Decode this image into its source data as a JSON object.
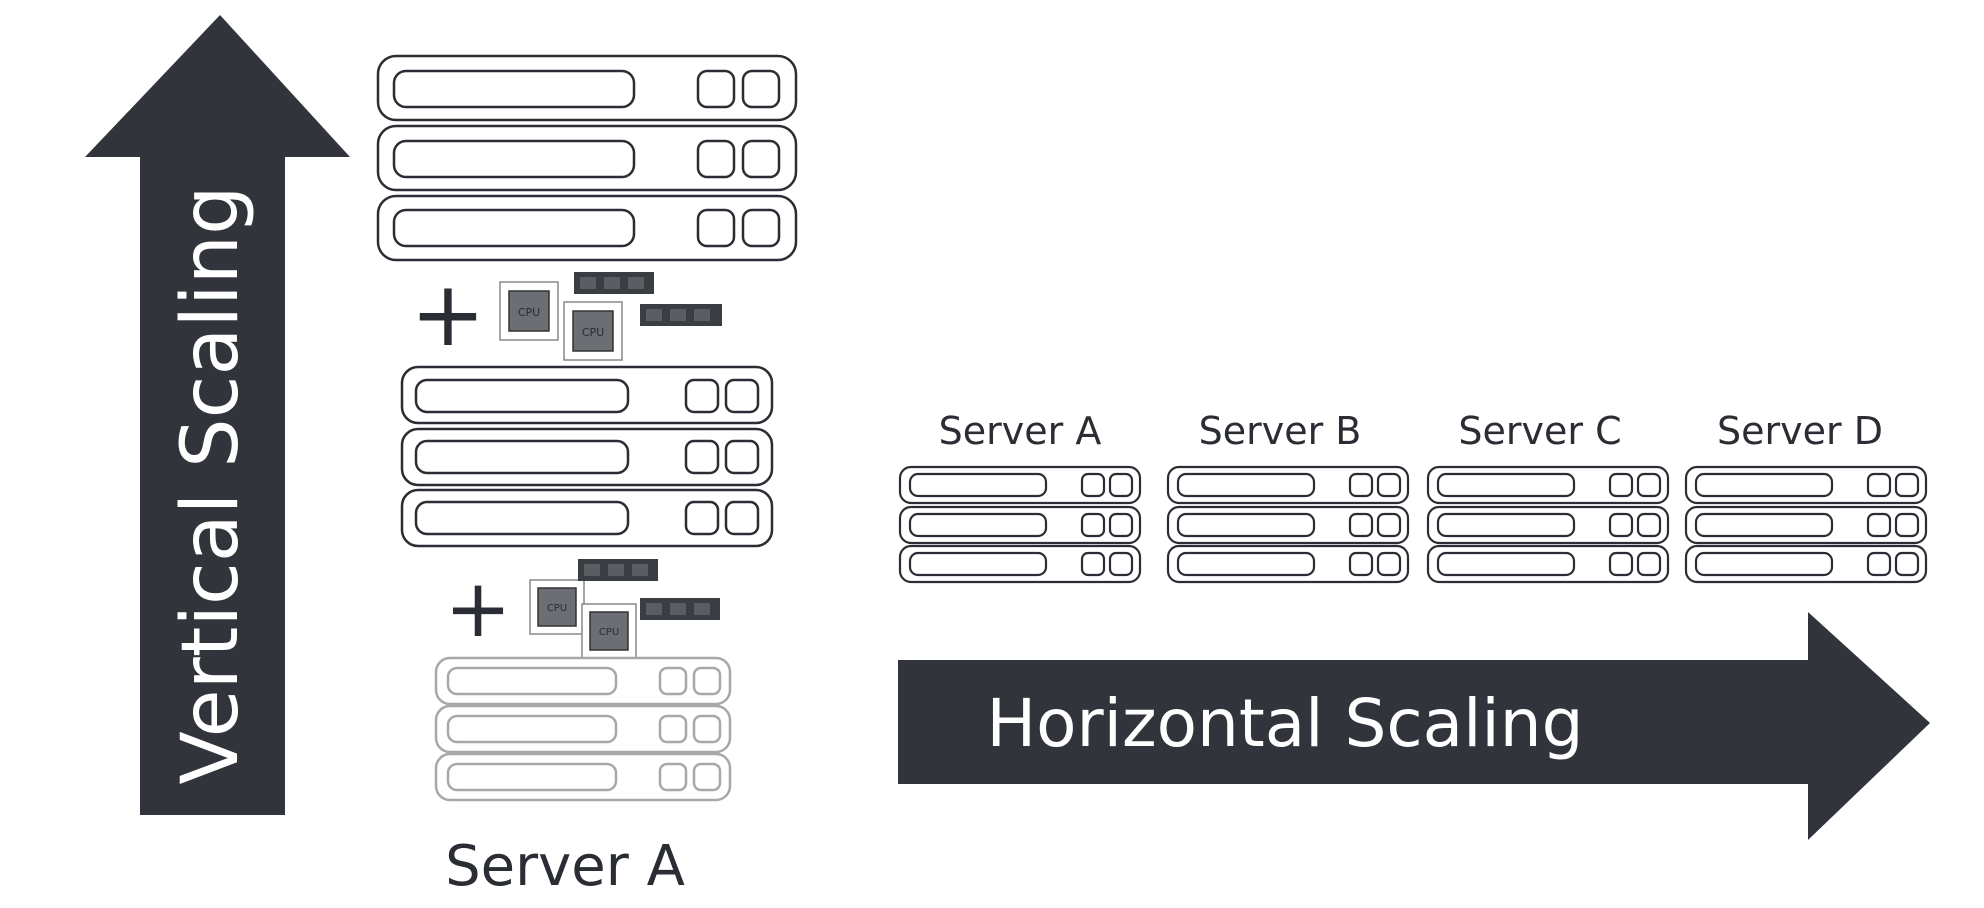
{
  "vertical_arrow": {
    "label": "Vertical Scaling"
  },
  "horizontal_arrow": {
    "label": "Horizontal Scaling"
  },
  "vertical_stack": {
    "server_label": "Server A",
    "upgrades": [
      {
        "symbol": "+",
        "chips": [
          "CPU",
          "CPU"
        ]
      },
      {
        "symbol": "+",
        "chips": [
          "CPU",
          "CPU"
        ]
      }
    ]
  },
  "horizontal_servers": [
    {
      "label": "Server A"
    },
    {
      "label": "Server B"
    },
    {
      "label": "Server C"
    },
    {
      "label": "Server D"
    }
  ],
  "colors": {
    "arrow": "#31353b",
    "outline": "#2a2d33",
    "faded": "#a8a8a8",
    "chip": "#6b6e72"
  }
}
